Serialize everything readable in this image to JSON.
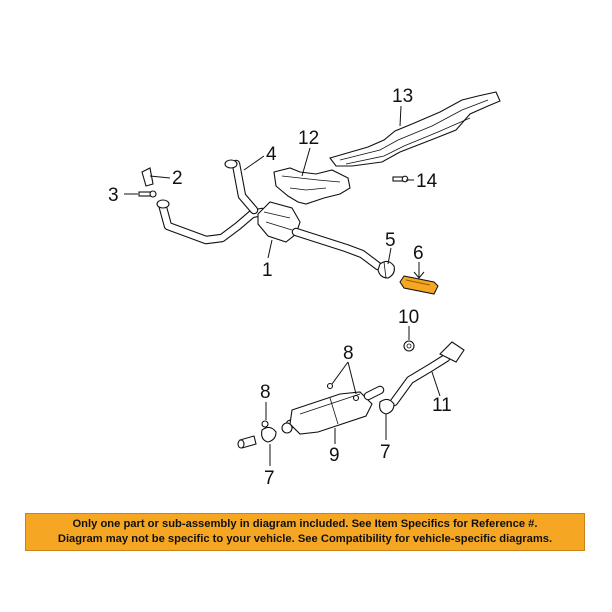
{
  "callouts": [
    {
      "id": "13",
      "text": "13"
    },
    {
      "id": "12",
      "text": "12"
    },
    {
      "id": "4",
      "text": "4"
    },
    {
      "id": "2",
      "text": "2"
    },
    {
      "id": "3",
      "text": "3"
    },
    {
      "id": "14",
      "text": "14"
    },
    {
      "id": "5",
      "text": "5"
    },
    {
      "id": "6",
      "text": "6"
    },
    {
      "id": "1",
      "text": "1"
    },
    {
      "id": "10",
      "text": "10"
    },
    {
      "id": "8a",
      "text": "8"
    },
    {
      "id": "8b",
      "text": "8"
    },
    {
      "id": "11",
      "text": "11"
    },
    {
      "id": "9",
      "text": "9"
    },
    {
      "id": "7a",
      "text": "7"
    },
    {
      "id": "7b",
      "text": "7"
    }
  ],
  "highlight_color": "#f5a623",
  "disclaimer": {
    "line1": "Only one part or sub-assembly in diagram included. See Item Specifics for Reference #.",
    "line2": "Diagram may not be specific to your vehicle. See Compatibility for vehicle-specific diagrams.",
    "background": "#f5a623"
  }
}
